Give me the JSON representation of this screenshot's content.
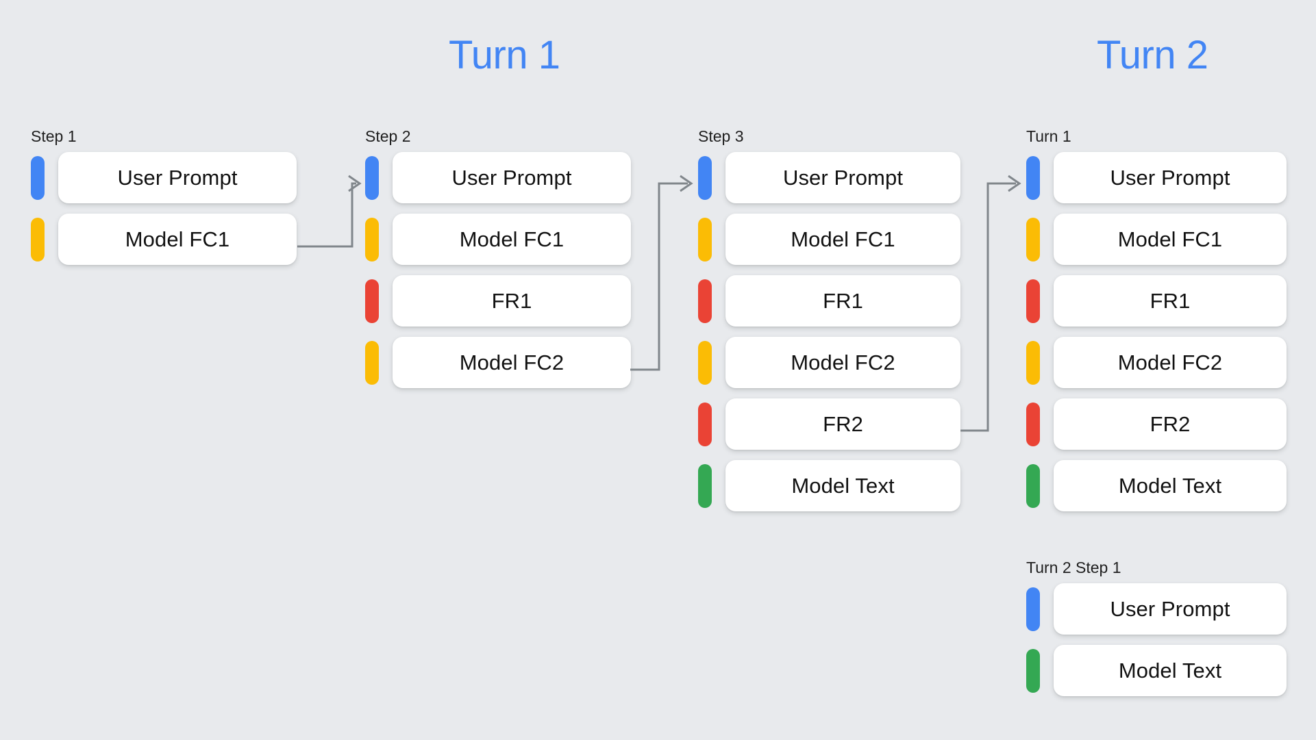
{
  "background_color": "#E8EAED",
  "palette": {
    "blue": "#4285F4",
    "yellow": "#FBBC05",
    "red": "#EA4335",
    "green": "#34A853",
    "card": "#FFFFFF",
    "connector": "#80868B",
    "text": "#111111"
  },
  "headings": [
    {
      "id": "turn-1",
      "label": "Turn 1"
    },
    {
      "id": "turn-2",
      "label": "Turn 2"
    }
  ],
  "columns": [
    {
      "id": "step-1",
      "label": "Step 1",
      "rows": [
        {
          "label": "User Prompt",
          "color": "blue"
        },
        {
          "label": "Model FC1",
          "color": "yellow"
        }
      ]
    },
    {
      "id": "step-2",
      "label": "Step 2",
      "rows": [
        {
          "label": "User Prompt",
          "color": "blue"
        },
        {
          "label": "Model FC1",
          "color": "yellow"
        },
        {
          "label": "FR1",
          "color": "red"
        },
        {
          "label": "Model FC2",
          "color": "yellow"
        }
      ]
    },
    {
      "id": "step-3",
      "label": "Step 3",
      "rows": [
        {
          "label": "User Prompt",
          "color": "blue"
        },
        {
          "label": "Model FC1",
          "color": "yellow"
        },
        {
          "label": "FR1",
          "color": "red"
        },
        {
          "label": "Model FC2",
          "color": "yellow"
        },
        {
          "label": "FR2",
          "color": "red"
        },
        {
          "label": "Model Text",
          "color": "green"
        }
      ]
    },
    {
      "id": "turn-2-turn-1",
      "label": "Turn 1",
      "rows": [
        {
          "label": "User Prompt",
          "color": "blue"
        },
        {
          "label": "Model FC1",
          "color": "yellow"
        },
        {
          "label": "FR1",
          "color": "red"
        },
        {
          "label": "Model FC2",
          "color": "yellow"
        },
        {
          "label": "FR2",
          "color": "red"
        },
        {
          "label": "Model Text",
          "color": "green"
        }
      ]
    },
    {
      "id": "turn-2-step-1",
      "label": "Turn 2 Step 1",
      "rows": [
        {
          "label": "User Prompt",
          "color": "blue"
        },
        {
          "label": "Model Text",
          "color": "green"
        }
      ]
    }
  ],
  "connectors": [
    {
      "id": "step1-to-step2",
      "from": "Model FC1 (Step 1)",
      "to": "User Prompt (Step 2)"
    },
    {
      "id": "step2-to-step3",
      "from": "Model FC2 (Step 2)",
      "to": "User Prompt (Step 3)"
    },
    {
      "id": "step3-to-turn2",
      "from": "FR2 (Step 3)",
      "to": "User Prompt (Turn 1 of Turn 2)"
    }
  ]
}
